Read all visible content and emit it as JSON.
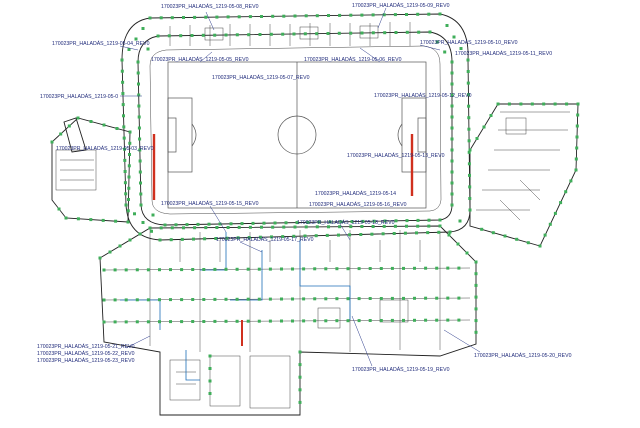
{
  "drawing": {
    "labels": [
      {
        "id": "l1",
        "text": "170023PR_HALADÁS_1219-05-08_REV0"
      },
      {
        "id": "l2",
        "text": "170023PR_HALADÁS_1219-05-09_REV0"
      },
      {
        "id": "l3",
        "text": "170023PR_HALADÁS_1219-05-04_REV0"
      },
      {
        "id": "l4",
        "text": "170023PR_HALADÁS_1219-05-10_REV0"
      },
      {
        "id": "l5",
        "text": "170023PR_HALADÁS_1219-05-11_REV0"
      },
      {
        "id": "l6",
        "text": "170023PR_HALADÁS_1219-05-05_REV0"
      },
      {
        "id": "l7",
        "text": "170023PR_HALADÁS_1219-05-06_REV0"
      },
      {
        "id": "l8",
        "text": "170023PR_HALADÁS_1219-05-07_REV0"
      },
      {
        "id": "l9",
        "text": "170023PR_HALADÁS_1219-05-0"
      },
      {
        "id": "l10",
        "text": "170023PR_HALADÁS_1219-05-12_REV0"
      },
      {
        "id": "l11",
        "text": "170023PR_HALADÁS_1219-05-03_REV0"
      },
      {
        "id": "l12",
        "text": "170023PR_HALADÁS_1219-05-13_REV0"
      },
      {
        "id": "l13",
        "text": "170023PR_HALADÁS_1219-05-14"
      },
      {
        "id": "l14",
        "text": "170023PR_HALADÁS_1219-05-15_REV0"
      },
      {
        "id": "l15",
        "text": "170023PR_HALADÁS_1219-05-16_REV0"
      },
      {
        "id": "l16",
        "text": "170023PR_HALADÁS_1219-05-17_REV0"
      },
      {
        "id": "l17",
        "text": "170023PR_HALADÁS_1219-05-18_REV0"
      },
      {
        "id": "l18",
        "text": "170023PR_HALADÁS_1219-05-21_REV0"
      },
      {
        "id": "l19",
        "text": "170023PR_HALADÁS_1219-05-22_REV0"
      },
      {
        "id": "l20",
        "text": "170023PR_HALADÁS_1219-05-23_REV0"
      },
      {
        "id": "l21",
        "text": "170023PR_HALADÁS_1219-05-19_REV0"
      },
      {
        "id": "l22",
        "text": "170023PR_HALADÁS_1219-05-20_REV0"
      }
    ],
    "colors": {
      "device_marker": "#3fae5a",
      "fire_wall": "#d0301e",
      "route": "#1d6fb8",
      "label": "#1f2a7a"
    }
  }
}
